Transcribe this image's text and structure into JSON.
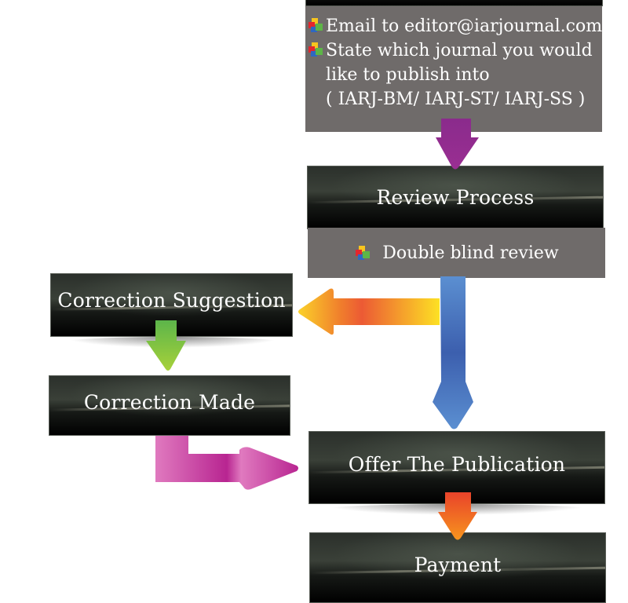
{
  "steps": {
    "submission": {
      "bullets": [
        "Email to editor@iarjournal.com",
        "State which journal you would"
      ],
      "continuation": [
        "like to publish into",
        "( IARJ-BM/ IARJ-ST/ IARJ-SS )"
      ]
    },
    "review": {
      "title": "Review Process",
      "detail": "Double blind review"
    },
    "correction_suggestion": {
      "title": "Correction Suggestion"
    },
    "correction_made": {
      "title": "Correction Made"
    },
    "offer": {
      "title": "Offer The Publication"
    },
    "payment": {
      "title": "Payment"
    }
  },
  "icons": {
    "bullet": "colored-cubes-icon"
  },
  "colors": {
    "arrow_purple": "#8e2a8c",
    "arrow_blue": "#3f63b0",
    "arrow_orange_yellow": "#f4b41a",
    "arrow_green": "#7cc142",
    "arrow_pink": "#c0399a",
    "arrow_red_orange": "#ec5a24",
    "info_box": "#6f6b6a"
  }
}
